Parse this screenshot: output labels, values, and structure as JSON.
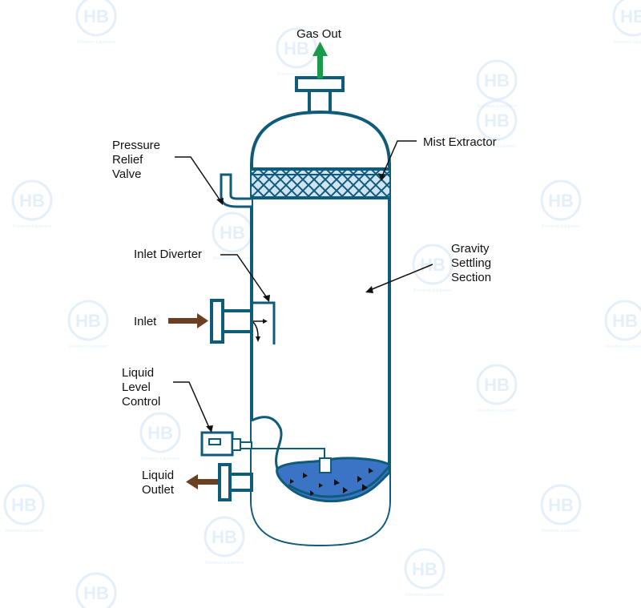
{
  "labels": {
    "gas_out": "Gas Out",
    "mist_extractor": "Mist Extractor",
    "pressure_relief_valve": [
      "Pressure",
      "Relief",
      "Valve"
    ],
    "inlet_diverter": "Inlet Diverter",
    "gravity_settling_section": [
      "Gravity",
      "Settling",
      "Section"
    ],
    "inlet": "Inlet",
    "liquid_level_control": [
      "Liquid",
      "Level",
      "Control"
    ],
    "liquid_outlet": [
      "Liquid",
      "Outlet"
    ]
  },
  "watermark": {
    "mark": "HB",
    "subtitle": "Petroleum Equipment"
  },
  "colors": {
    "vessel": "#0f5b7a",
    "gas_arrow": "#1a9a4a",
    "flow_arrow": "#6b3f22",
    "liquid": "#3b74c4",
    "mesh": "#cfe3f3",
    "watermark": "#cfe3f5"
  }
}
